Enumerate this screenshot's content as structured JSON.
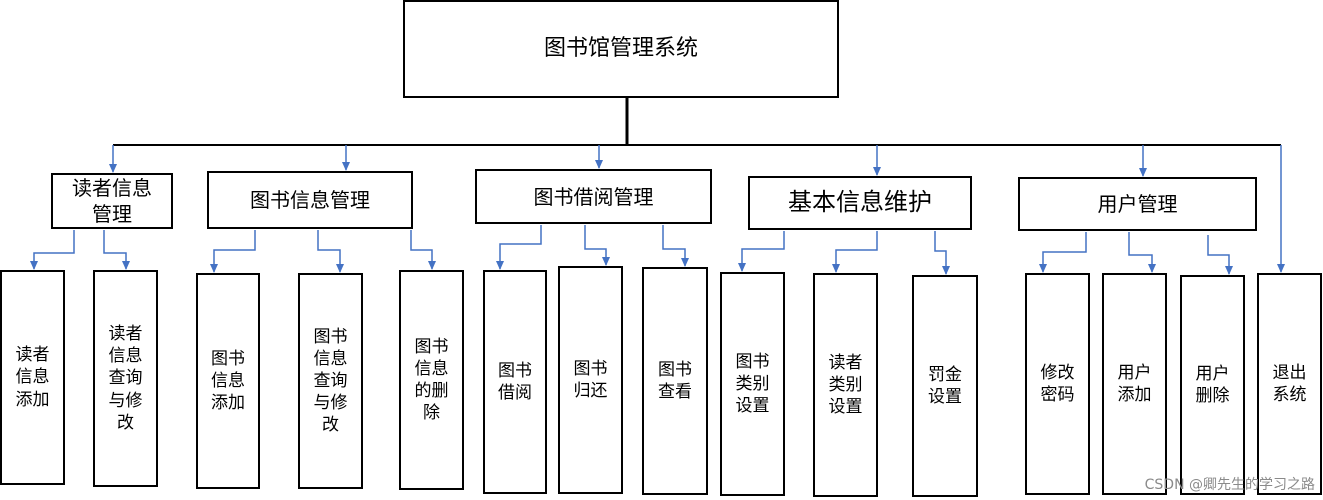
{
  "root": {
    "label": "图书馆管理系统"
  },
  "modules": [
    {
      "label": "读者信息\n管理",
      "children": [
        "读者\n信息\n添加",
        "读者\n信息\n查询\n与修\n改"
      ]
    },
    {
      "label": "图书信息管理",
      "children": [
        "图书\n信息\n添加",
        "图书\n信息\n查询\n与修\n改",
        "图书\n信息\n的删\n除"
      ]
    },
    {
      "label": "图书借阅管理",
      "children": [
        "图书\n借阅",
        "图书\n归还",
        "图书\n查看"
      ]
    },
    {
      "label": "基本信息维护",
      "children": [
        "图书\n类别\n设置",
        "读者\n类别\n设置",
        "罚金\n设置"
      ]
    },
    {
      "label": "用户管理",
      "children": [
        "修改\n密码",
        "用户\n添加",
        "用户\n删除"
      ]
    }
  ],
  "exit": {
    "label": "退出\n系统"
  },
  "watermark": "CSDN @卿先生的学习之路",
  "colors": {
    "line": "#000000",
    "arrow": "#4472C4"
  }
}
